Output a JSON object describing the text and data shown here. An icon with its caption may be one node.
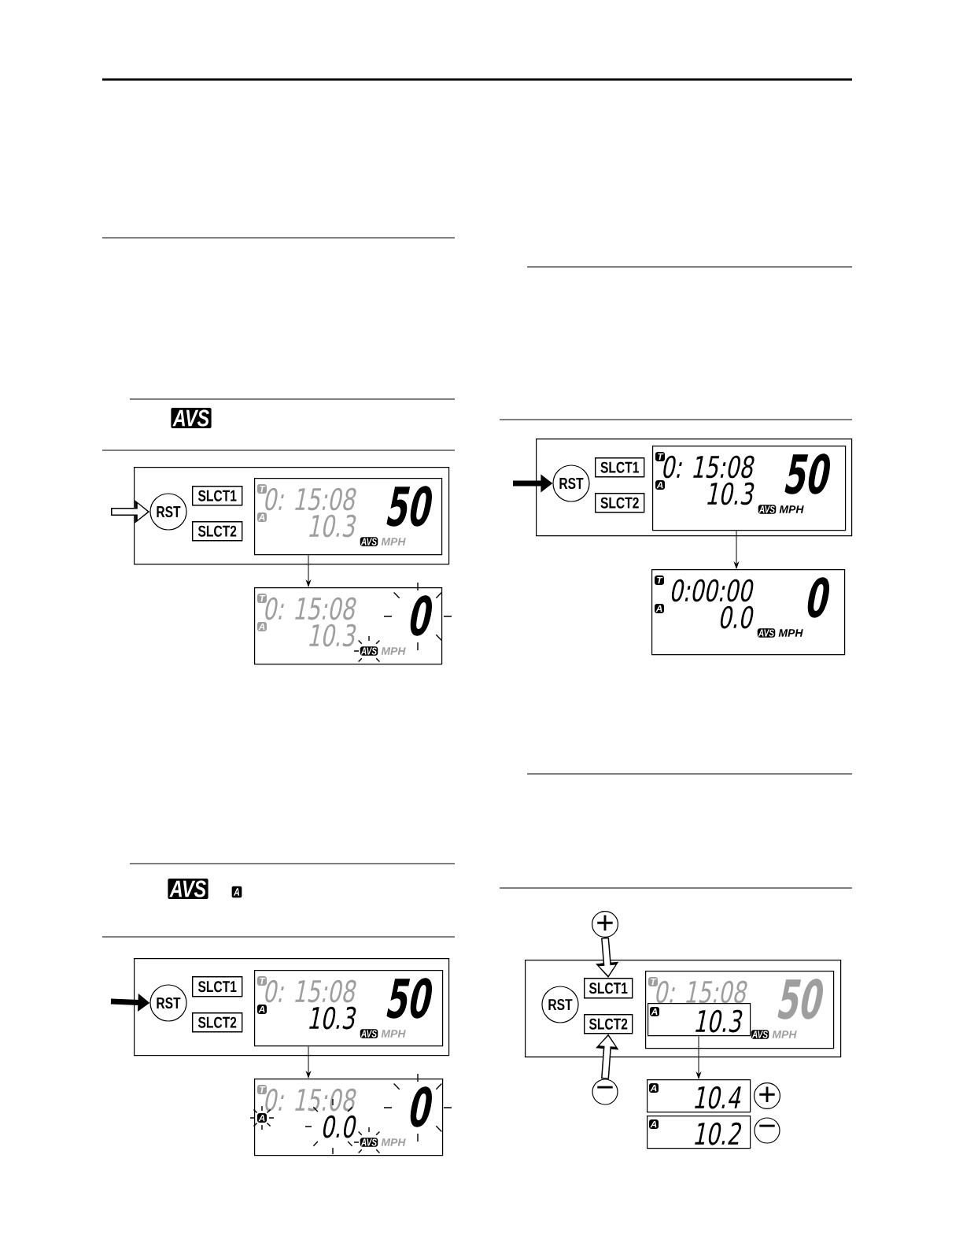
{
  "diagram": {
    "nodes": [
      {
        "text": [],
        "shape": "box"
      },
      {
        "text": [
          "RST"
        ],
        "in": 0
      },
      {
        "text": [
          "SLCT1"
        ],
        "in": 0
      },
      {
        "text": [
          "SLCT2"
        ],
        "in": 0
      },
      {
        "text": [
          "T",
          "0: 15:08",
          "50",
          "A",
          "10.3",
          "AVS",
          "MPH"
        ],
        "in": 0
      },
      {
        "text": [
          "T",
          "0: 15:08",
          "0",
          "A",
          "10.3",
          "AVS",
          "MPH"
        ]
      },
      {
        "text": [],
        "shape": "box"
      },
      {
        "text": [
          "RST"
        ],
        "in": 6
      },
      {
        "text": [
          "SLCT1"
        ],
        "in": 6
      },
      {
        "text": [
          "SLCT2"
        ],
        "in": 6
      },
      {
        "text": [
          "T",
          "0: 15:08",
          "50",
          "A",
          "10.3",
          "AVS",
          "MPH"
        ],
        "in": 6
      },
      {
        "text": [
          "T",
          "0: 15:08",
          "0",
          "A",
          "0.0",
          "AVS",
          "MPH"
        ]
      },
      {
        "text": [],
        "shape": "box"
      },
      {
        "text": [
          "RST"
        ],
        "in": 12
      },
      {
        "text": [
          "SLCT1"
        ],
        "in": 12
      },
      {
        "text": [
          "SLCT2"
        ],
        "in": 12
      },
      {
        "text": [
          "T",
          "0: 15:08",
          "50",
          "A",
          "10.3",
          "AVS",
          "MPH"
        ],
        "in": 12
      },
      {
        "text": [
          "T",
          "0:00:00",
          "0",
          "A",
          "0.0",
          "AVS",
          "MPH"
        ]
      },
      {
        "text": [
          "+"
        ]
      },
      {
        "text": [],
        "shape": "box"
      },
      {
        "text": [
          "RST"
        ],
        "in": 19
      },
      {
        "text": [
          "SLCT1"
        ],
        "in": 19
      },
      {
        "text": [
          "SLCT2"
        ],
        "in": 19
      },
      {
        "text": [
          "T",
          "0: 15:08",
          "50",
          "AVS",
          "MPH"
        ],
        "in": 19
      },
      {
        "text": [
          "A",
          "10.3"
        ],
        "in": 23
      },
      {
        "text": [
          "−"
        ]
      },
      {
        "text": [
          "A",
          "10.4"
        ]
      },
      {
        "text": [
          "+"
        ]
      },
      {
        "text": [
          "A",
          "10.2"
        ]
      },
      {
        "text": [
          "−"
        ]
      }
    ],
    "edges": [
      {
        "from": null,
        "to": 1,
        "arrow": "to",
        "color": "#ffffff"
      },
      {
        "from": 4,
        "to": 5,
        "arrow": "to"
      },
      {
        "from": null,
        "to": 7,
        "arrow": "to"
      },
      {
        "from": 10,
        "to": 11,
        "arrow": "to"
      },
      {
        "from": null,
        "to": 13,
        "arrow": "to"
      },
      {
        "from": 16,
        "to": 17,
        "arrow": "to"
      },
      {
        "from": 18,
        "to": 21,
        "arrow": "to",
        "color": "#ffffff"
      },
      {
        "from": 25,
        "to": 22,
        "arrow": "to",
        "color": "#ffffff"
      },
      {
        "from": 24,
        "to": 26,
        "arrow": "to"
      }
    ],
    "labels": [
      "AVS",
      "AVS",
      "A"
    ]
  }
}
